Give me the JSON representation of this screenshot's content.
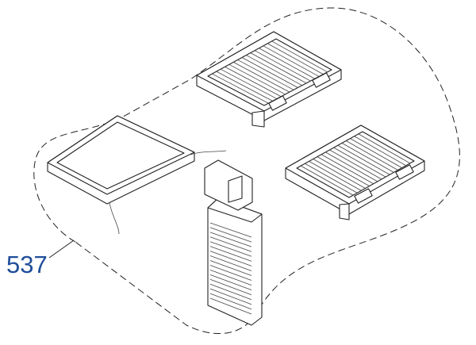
{
  "diagram": {
    "part_number": "537",
    "label_color": "#1f4e9a",
    "parts": [
      "filter-top",
      "filter-right",
      "filter-flat-left",
      "filter-vertical"
    ]
  }
}
